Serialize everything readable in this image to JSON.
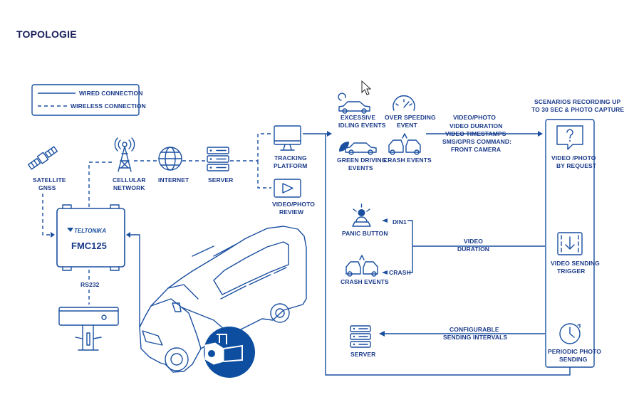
{
  "page": {
    "title": "TOPOLOGIE"
  },
  "legend": {
    "wired": "WIRED CONNECTION",
    "wireless": "WIRELESS CONNECTION"
  },
  "nodes": {
    "satellite": [
      "SATELLITE",
      "GNSS"
    ],
    "cellular": [
      "CELLULAR",
      "NETWORK"
    ],
    "internet": "INTERNET",
    "server": "SERVER",
    "tracking": [
      "TRACKING",
      "PLATFORM"
    ],
    "video_review": [
      "VIDEO/PHOTO",
      "REVIEW"
    ],
    "device_brand": "TELTONIKA",
    "device_model": "FMC125",
    "rs232": "RS232"
  },
  "events": {
    "excessive": [
      "EXCESSIVE",
      "IDLING EVENTS"
    ],
    "overspeed": [
      "OVER SPEEDING",
      "EVENT"
    ],
    "green": [
      "GREEN DRIVING",
      "EVENTS"
    ],
    "crash_top": "CRASH EVENTS",
    "front_camera": [
      "VIDEO/PHOTO",
      "VIDEO DURATION",
      "VIDEO TIMESTAMPS",
      "SMS/GPRS COMMAND:",
      "FRONT CAMERA"
    ],
    "panic": "PANIC BUTTON",
    "din1": "DIN1",
    "crash_mid": "CRASH EVENTS",
    "crash_line": "CRASH",
    "duration": [
      "VIDEO",
      "DURATION"
    ],
    "server_bottom": "SERVER",
    "configurable": [
      "CONFIGURABLE",
      "SENDING INTERVALS"
    ]
  },
  "scenarios": {
    "header": [
      "SCENARIOS RECORDING UP",
      "TO 30 SEC & PHOTO CAPTURE"
    ],
    "request": [
      "VIDEO /PHOTO",
      "BY REQUEST"
    ],
    "trigger": [
      "VIDEO SENDING",
      "TRIGGER"
    ],
    "periodic": [
      "PERIODIC PHOTO",
      "SENDING"
    ]
  },
  "colors": {
    "primary": "#1a4fa0",
    "text": "#1a3a8a",
    "heading": "#1a1f5a",
    "camera_fill": "#0d4ea0"
  },
  "icons": [
    "satellite-icon",
    "cell-tower-icon",
    "globe-icon",
    "server-icon",
    "monitor-icon",
    "play-icon",
    "car-icon",
    "speedometer-icon",
    "leaf-car-icon",
    "crash-icon",
    "question-bubble-icon",
    "download-trigger-icon",
    "clock-icon",
    "panic-button-icon",
    "van-illustration",
    "camera-icon",
    "cursor-icon"
  ]
}
